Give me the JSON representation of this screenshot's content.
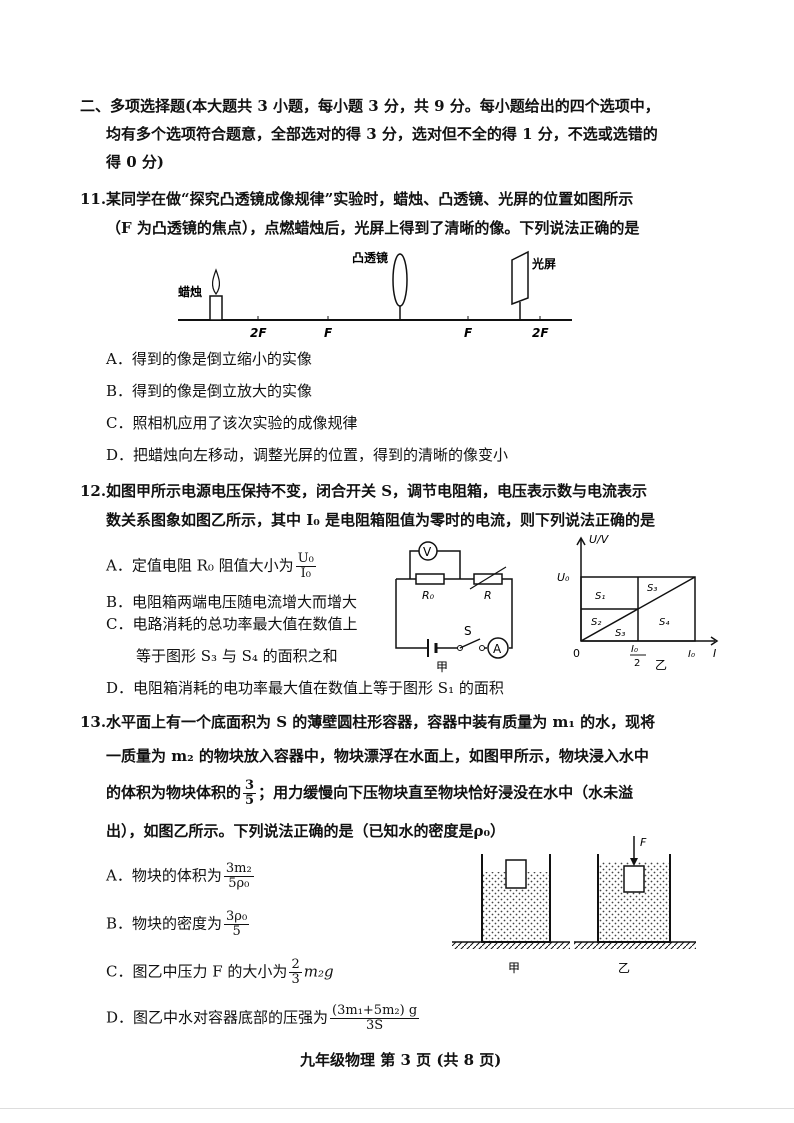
{
  "section": {
    "line1": "二、多项选择题(本大题共 3 小题，每小题 3 分，共 9 分。每小题给出的四个选项中，",
    "line2": "均有多个选项符合题意，全部选对的得 3 分，选对但不全的得 1 分，不选或选错的",
    "line3": "得 0 分)"
  },
  "q11": {
    "num": "11.",
    "stem1": "某同学在做“探究凸透镜成像规律”实验时，蜡烛、凸透镜、光屏的位置如图所示",
    "stem2": "（F 为凸透镜的焦点），点燃蜡烛后，光屏上得到了清晰的像。下列说法正确的是",
    "fig": {
      "candle": "蜡烛",
      "lens": "凸透镜",
      "screen": "光屏",
      "t1": "2F",
      "t2": "F",
      "t3": "F",
      "t4": "2F"
    },
    "A": "A．得到的像是倒立缩小的实像",
    "B": "B．得到的像是倒立放大的实像",
    "C": "C．照相机应用了该次实验的成像规律",
    "D": "D．把蜡烛向左移动，调整光屏的位置，得到的清晰的像变小"
  },
  "q12": {
    "num": "12.",
    "stem1": "如图甲所示电源电压保持不变，闭合开关 S，调节电阻箱，电压表示数与电流表示",
    "stem2": "数关系图象如图乙所示，其中 I₀ 是电阻箱阻值为零时的电流，则下列说法正确的是",
    "A_pre": "A．定值电阻 R₀ 阻值大小为",
    "A_num": "U₀",
    "A_den": "I₀",
    "B": "B．电阻箱两端电压随电流增大而增大",
    "C1": "C．电路消耗的总功率最大值在数值上",
    "C2": "等于图形 S₃ 与 S₄ 的面积之和",
    "D": "D．电阻箱消耗的电功率最大值在数值上等于图形 S₁ 的面积",
    "circuit": {
      "V": "V",
      "A": "A",
      "R0": "R₀",
      "R": "R",
      "S": "S",
      "label": "甲"
    },
    "graph": {
      "ylabel": "U/V",
      "xlabel": "I",
      "u0": "U₀",
      "origin": "0",
      "half_num": "I₀",
      "half_den": "2",
      "i0": "I₀",
      "label": "乙",
      "s1": "S₁",
      "s2": "S₂",
      "s3": "S₃",
      "s3b": "S₃",
      "s4": "S₄"
    }
  },
  "q13": {
    "num": "13.",
    "stem1": "水平面上有一个底面积为 S 的薄壁圆柱形容器，容器中装有质量为 m₁ 的水，现将",
    "stem2": "一质量为 m₂ 的物块放入容器中，物块漂浮在水面上，如图甲所示，物块浸入水中",
    "stem3_pre": "的体积为物块体积的",
    "stem3_num": "3",
    "stem3_den": "5",
    "stem3_post": "；用力缓慢向下压物块直至物块恰好浸没在水中（水未溢",
    "stem4": "出），如图乙所示。下列说法正确的是（已知水的密度是ρ₀）",
    "A_pre": "A．物块的体积为",
    "A_num": "3m₂",
    "A_den": "5ρ₀",
    "B_pre": "B．物块的密度为",
    "B_num": "3ρ₀",
    "B_den": "5",
    "C_pre": "C．图乙中压力 F 的大小为",
    "C_num": "2",
    "C_den": "3",
    "C_post": "m₂g",
    "D_pre": "D．图乙中水对容器底部的压强为",
    "D_num": "(3m₁+5m₂) g",
    "D_den": "3S",
    "fig": {
      "F": "F",
      "jia": "甲",
      "yi": "乙"
    }
  },
  "footer": "九年级物理  第 3 页  (共 8 页)"
}
